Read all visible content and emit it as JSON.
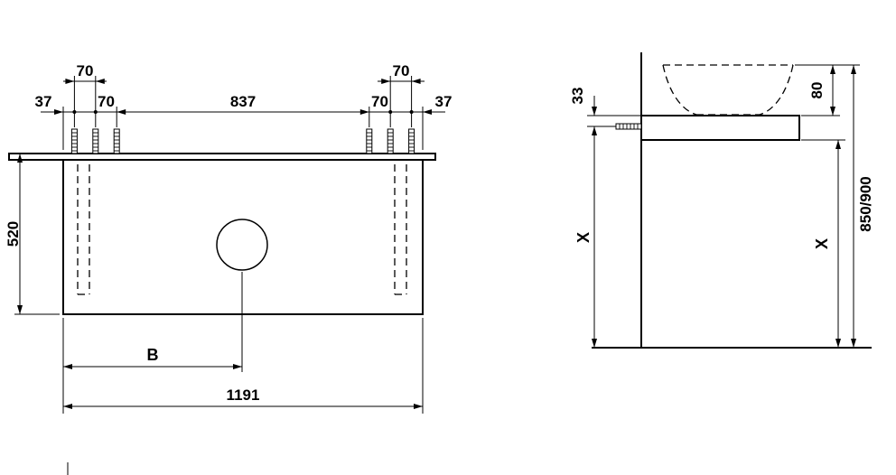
{
  "front_view": {
    "dimensions": {
      "edge_offset_left": "37",
      "screw_pitch_upper_left": "70",
      "screw_pitch_left": "70",
      "screw_span_center": "837",
      "screw_pitch_right": "70",
      "screw_pitch_upper_right": "70",
      "edge_offset_right": "37",
      "height": "520",
      "basin_offset": "B",
      "width": "1191"
    }
  },
  "side_view": {
    "dimensions": {
      "counter_to_screw": "33",
      "basin_height": "80",
      "screw_to_floor": "X",
      "counter_to_floor": "X",
      "install_height": "850/900"
    }
  }
}
